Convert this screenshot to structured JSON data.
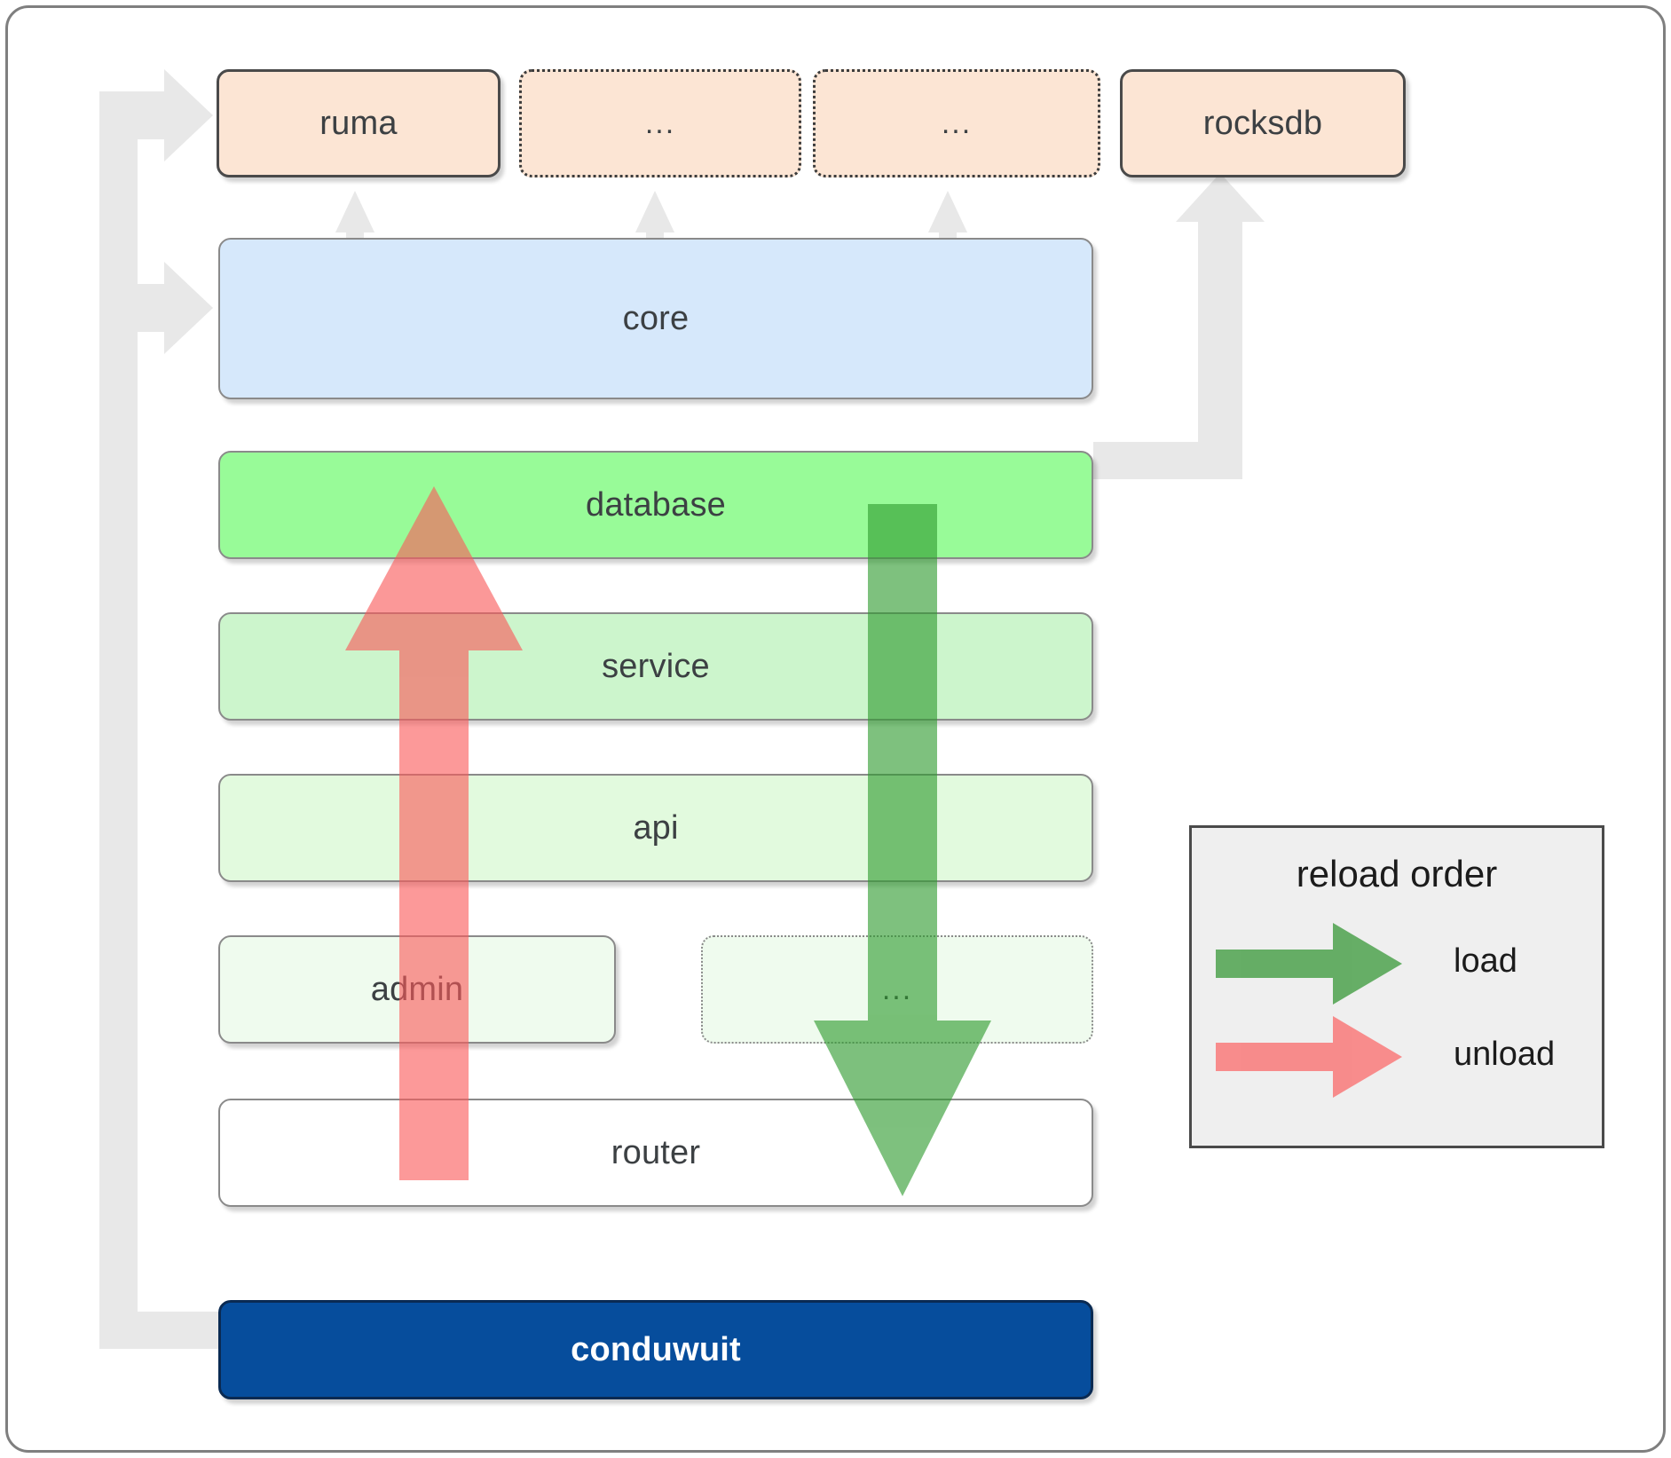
{
  "diagram": {
    "title": "conduwuit crate / reload order architecture",
    "type": "layered-block-diagram",
    "background": "#ffffff",
    "frame_border": "#7f7f7f"
  },
  "top_row": [
    {
      "id": "ruma",
      "label": "ruma",
      "fill": "#fce5d4",
      "border": "solid"
    },
    {
      "id": "ellip1",
      "label": "...",
      "fill": "#fce5d4",
      "border": "dotted"
    },
    {
      "id": "ellip2",
      "label": "...",
      "fill": "#fce5d4",
      "border": "dotted"
    },
    {
      "id": "rocksdb",
      "label": "rocksdb",
      "fill": "#fce5d4",
      "border": "solid"
    }
  ],
  "layers": [
    {
      "id": "core",
      "label": "core",
      "fill": "#d6e8fb",
      "border": "solid"
    },
    {
      "id": "database",
      "label": "database",
      "fill": "#98fb98",
      "border": "solid"
    },
    {
      "id": "service",
      "label": "service",
      "fill": "#ccf5cc",
      "border": "solid"
    },
    {
      "id": "api",
      "label": "api",
      "fill": "#e2fade",
      "border": "solid"
    }
  ],
  "bottom_row": [
    {
      "id": "admin",
      "label": "admin",
      "fill": "#effbee",
      "border": "solid"
    },
    {
      "id": "ellip3",
      "label": "...",
      "fill": "#effbee",
      "border": "dotted"
    }
  ],
  "router": {
    "id": "router",
    "label": "router",
    "fill": "#ffffff",
    "border": "solid"
  },
  "app": {
    "id": "conduwuit",
    "label": "conduwuit",
    "fill": "#064d9c",
    "text_color": "#ffffff"
  },
  "legend": {
    "title": "reload order",
    "items": [
      {
        "label": "load",
        "color": "#5cb85c",
        "direction": "right"
      },
      {
        "label": "unload",
        "color": "#fa8585",
        "direction": "right"
      }
    ]
  },
  "flows": {
    "load": {
      "color": "#46a046",
      "from": "database",
      "to": "router",
      "direction": "down"
    },
    "unload": {
      "color": "#fa8585",
      "from": "router",
      "to": "database",
      "direction": "up"
    },
    "link_color": "#e8e8e8",
    "links": [
      {
        "from": "conduwuit",
        "to": "ruma"
      },
      {
        "from": "conduwuit",
        "to": "core"
      },
      {
        "from": "database",
        "to": "rocksdb"
      },
      {
        "from": "core",
        "to": "ruma"
      },
      {
        "from": "core",
        "to": "ellip1"
      },
      {
        "from": "core",
        "to": "ellip2"
      }
    ]
  }
}
